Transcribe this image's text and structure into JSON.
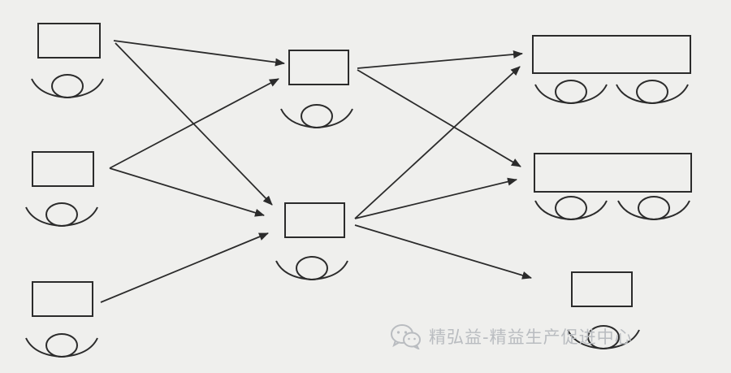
{
  "watermark": {
    "text": "精弘益-精益生产促进中心",
    "icon": "wechat-icon"
  },
  "colors": {
    "background": "#efefed",
    "line": "#2b2b2b",
    "watermark": "#b9bcc0"
  },
  "diagram": {
    "columns": [
      {
        "id": "stage-1",
        "stations": [
          {
            "id": "s1a",
            "operators": 1
          },
          {
            "id": "s1b",
            "operators": 1
          },
          {
            "id": "s1c",
            "operators": 1
          }
        ]
      },
      {
        "id": "stage-2",
        "stations": [
          {
            "id": "s2a",
            "operators": 1
          },
          {
            "id": "s2b",
            "operators": 1
          }
        ]
      },
      {
        "id": "stage-3",
        "stations": [
          {
            "id": "s3a",
            "operators": 2
          },
          {
            "id": "s3b",
            "operators": 2
          },
          {
            "id": "s3c",
            "operators": 1
          }
        ]
      }
    ],
    "flows": [
      {
        "from": "s1a",
        "to": "s2a"
      },
      {
        "from": "s1a",
        "to": "s2b"
      },
      {
        "from": "s1b",
        "to": "s2a"
      },
      {
        "from": "s1b",
        "to": "s2b"
      },
      {
        "from": "s1c",
        "to": "s2b"
      },
      {
        "from": "s2a",
        "to": "s3a"
      },
      {
        "from": "s2a",
        "to": "s3b"
      },
      {
        "from": "s2b",
        "to": "s3a"
      },
      {
        "from": "s2b",
        "to": "s3b"
      },
      {
        "from": "s2b",
        "to": "s3c"
      }
    ]
  }
}
